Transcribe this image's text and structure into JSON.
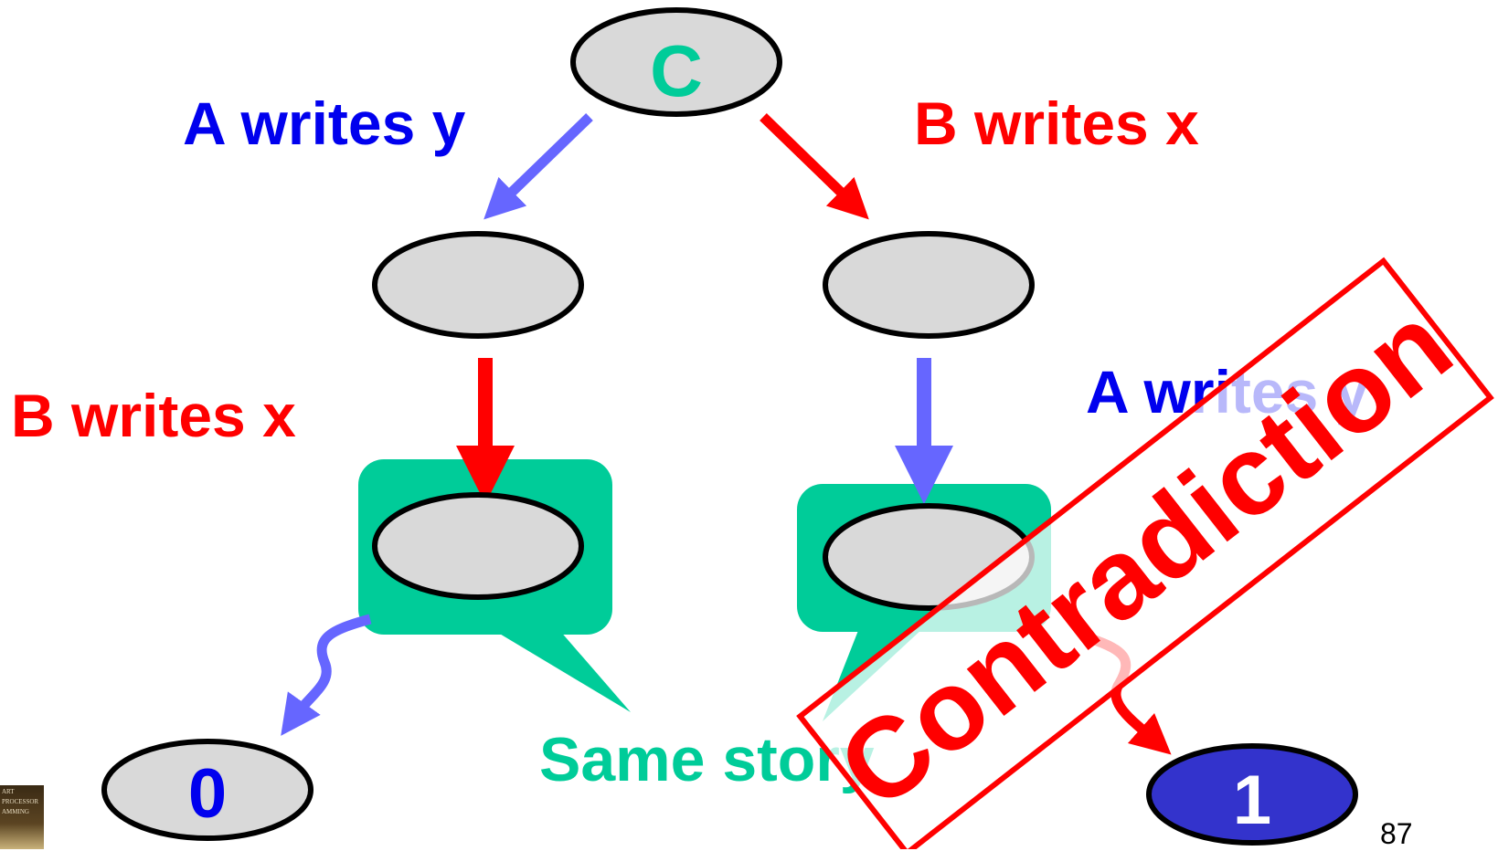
{
  "nodes": {
    "root_label": "C",
    "leaf_left_label": "0",
    "leaf_right_label": "1"
  },
  "edges": {
    "top_left": "A writes y",
    "top_right": "B writes x",
    "mid_left": "B writes x",
    "mid_right": "A writes y"
  },
  "callout_text": "Same story",
  "stamp_text": "Contradiction",
  "page_number": "87",
  "book_thumbnail_text": [
    "ART",
    "PROCESSOR",
    "AMMING"
  ],
  "colors": {
    "node_fill": "#d9d9d9",
    "node_stroke": "#000000",
    "blue_text": "#0000ee",
    "red": "#ff0000",
    "light_blue_arrow": "#6666ff",
    "teal": "#00cc99",
    "final_node_fill": "#3333cc"
  }
}
